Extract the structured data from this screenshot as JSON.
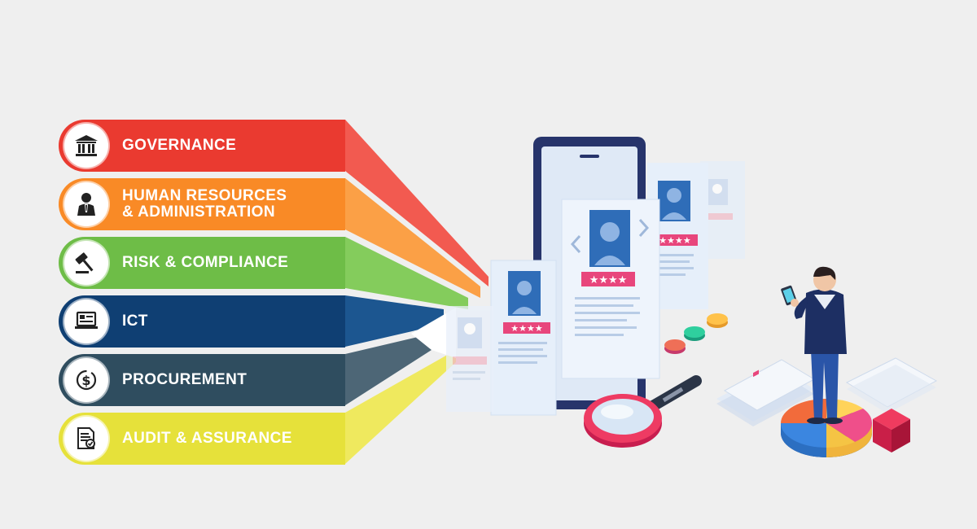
{
  "categories": [
    {
      "label": "GOVERNANCE",
      "color": "#ea3a30",
      "icon": "bank-building-icon"
    },
    {
      "label": "HUMAN RESOURCES\n& ADMINISTRATION",
      "color": "#f98a26",
      "icon": "businessman-icon"
    },
    {
      "label": "RISK & COMPLIANCE",
      "color": "#6ebd47",
      "icon": "gavel-icon"
    },
    {
      "label": "ICT",
      "color": "#0f3f73",
      "icon": "laptop-alert-icon"
    },
    {
      "label": "PROCUREMENT",
      "color": "#2f4d5f",
      "icon": "dollar-cycle-icon"
    },
    {
      "label": "AUDIT & ASSURANCE",
      "color": "#e6e13a",
      "icon": "document-check-icon"
    }
  ]
}
